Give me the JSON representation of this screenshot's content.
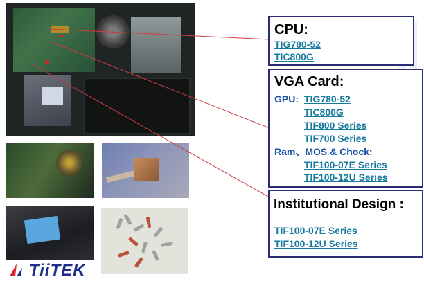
{
  "cpu": {
    "title": "CPU:",
    "links": [
      "TIG780-52",
      "TIC800G"
    ]
  },
  "vga": {
    "title": "VGA Card:",
    "gpu_label": "GPU:",
    "gpu_links": [
      "TIG780-52",
      "TIC800G",
      "TIF800 Series",
      "TIF700 Series"
    ],
    "ram_label": "Ram、MOS & Chock:",
    "ram_links": [
      "TIF100-07E Series",
      "TIF100-12U Series"
    ]
  },
  "institutional": {
    "title": "Institutional Design :",
    "links": [
      "TIF100-07E Series",
      "TIF100-12U Series"
    ]
  },
  "logo": {
    "text": "TiiTEK"
  },
  "colors": {
    "box_border": "#2b2d74",
    "link": "#147a9e",
    "label": "#1d55a5",
    "pointer_line": "#d23a3a"
  },
  "images": [
    "laptop-motherboard-photo",
    "cooling-fan-photo",
    "heatsink-photo",
    "thermal-pad-photo",
    "thermal-pads-pile-photo"
  ]
}
